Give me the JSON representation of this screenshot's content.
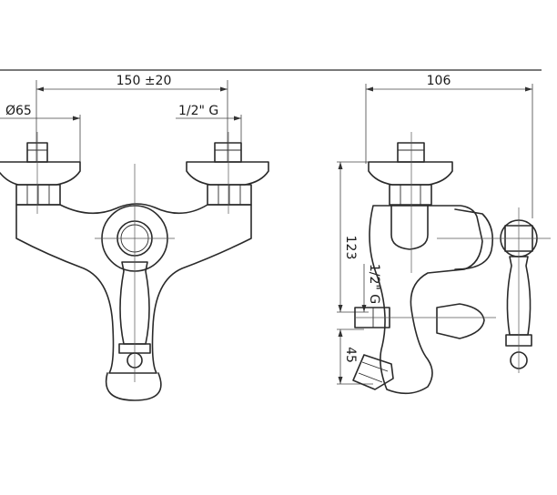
{
  "dimensions": {
    "spacing": "150 ±20",
    "diameter": "Ø65",
    "thread_front": "1/2\" G",
    "depth": "106",
    "height": "123",
    "thread_side": "1/2\" G",
    "spout_height": "45"
  },
  "colors": {
    "rule": "#7a7a7a",
    "line": "#2a2a2a"
  }
}
